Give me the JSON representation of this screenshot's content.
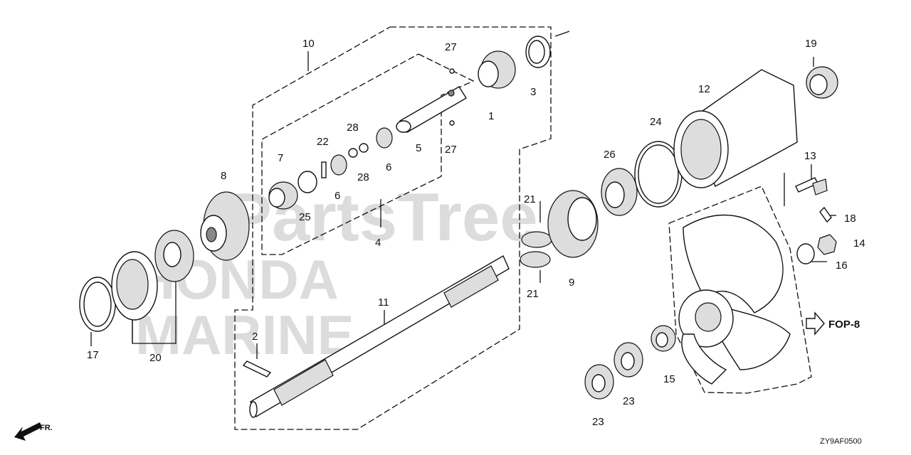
{
  "watermark": {
    "brand": "PartsTree",
    "dealer_line1": "HONDA",
    "dealer_line2": "MARINE"
  },
  "diagram_code": "ZY9AF0500",
  "front_label": "FR.",
  "reference_label": "FOP-8",
  "callouts": {
    "n1": "1",
    "n2": "2",
    "n3": "3",
    "n4": "4",
    "n5": "5",
    "n6a": "6",
    "n6b": "6",
    "n7": "7",
    "n8": "8",
    "n9": "9",
    "n10": "10",
    "n11": "11",
    "n12": "12",
    "n13": "13",
    "n14": "14",
    "n15": "15",
    "n16": "16",
    "n17": "17",
    "n18": "18",
    "n19": "19",
    "n20": "20",
    "n21a": "21",
    "n21b": "21",
    "n22": "22",
    "n23a": "23",
    "n23b": "23",
    "n24": "24",
    "n25": "25",
    "n26": "26",
    "n27a": "27",
    "n27b": "27",
    "n28a": "28",
    "n28b": "28"
  }
}
